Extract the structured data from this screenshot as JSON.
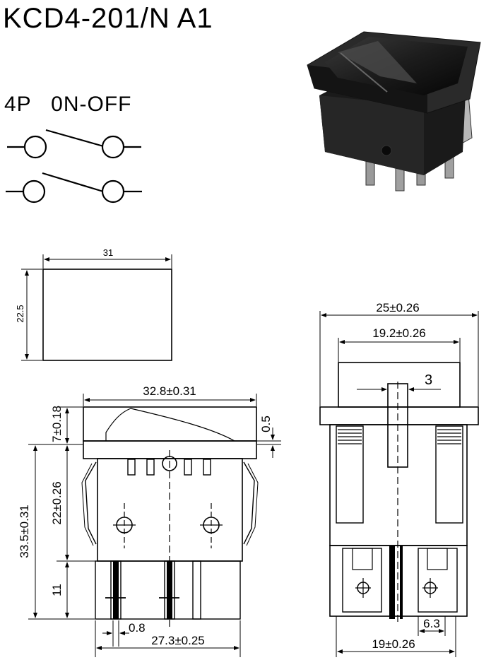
{
  "title": "KCD4-201/N A1",
  "circuit_label": "4P   0N-OFF",
  "dimensions": {
    "cutout_width": "31",
    "cutout_height": "22.5",
    "body_width": "32.8±0.31",
    "cap_height": "7±0.18",
    "cap_gap": "0.5",
    "frame_height": "22±0.26",
    "total_height": "33.5±0.31",
    "terminal_length": "11",
    "terminal_thickness": "0.8",
    "terminal_span": "27.3±0.25",
    "side_width": "25±0.26",
    "side_inner_width": "19.2±0.26",
    "center_slot": "3",
    "side_terminal_span": "19±0.26",
    "terminal_width": "6.3"
  }
}
